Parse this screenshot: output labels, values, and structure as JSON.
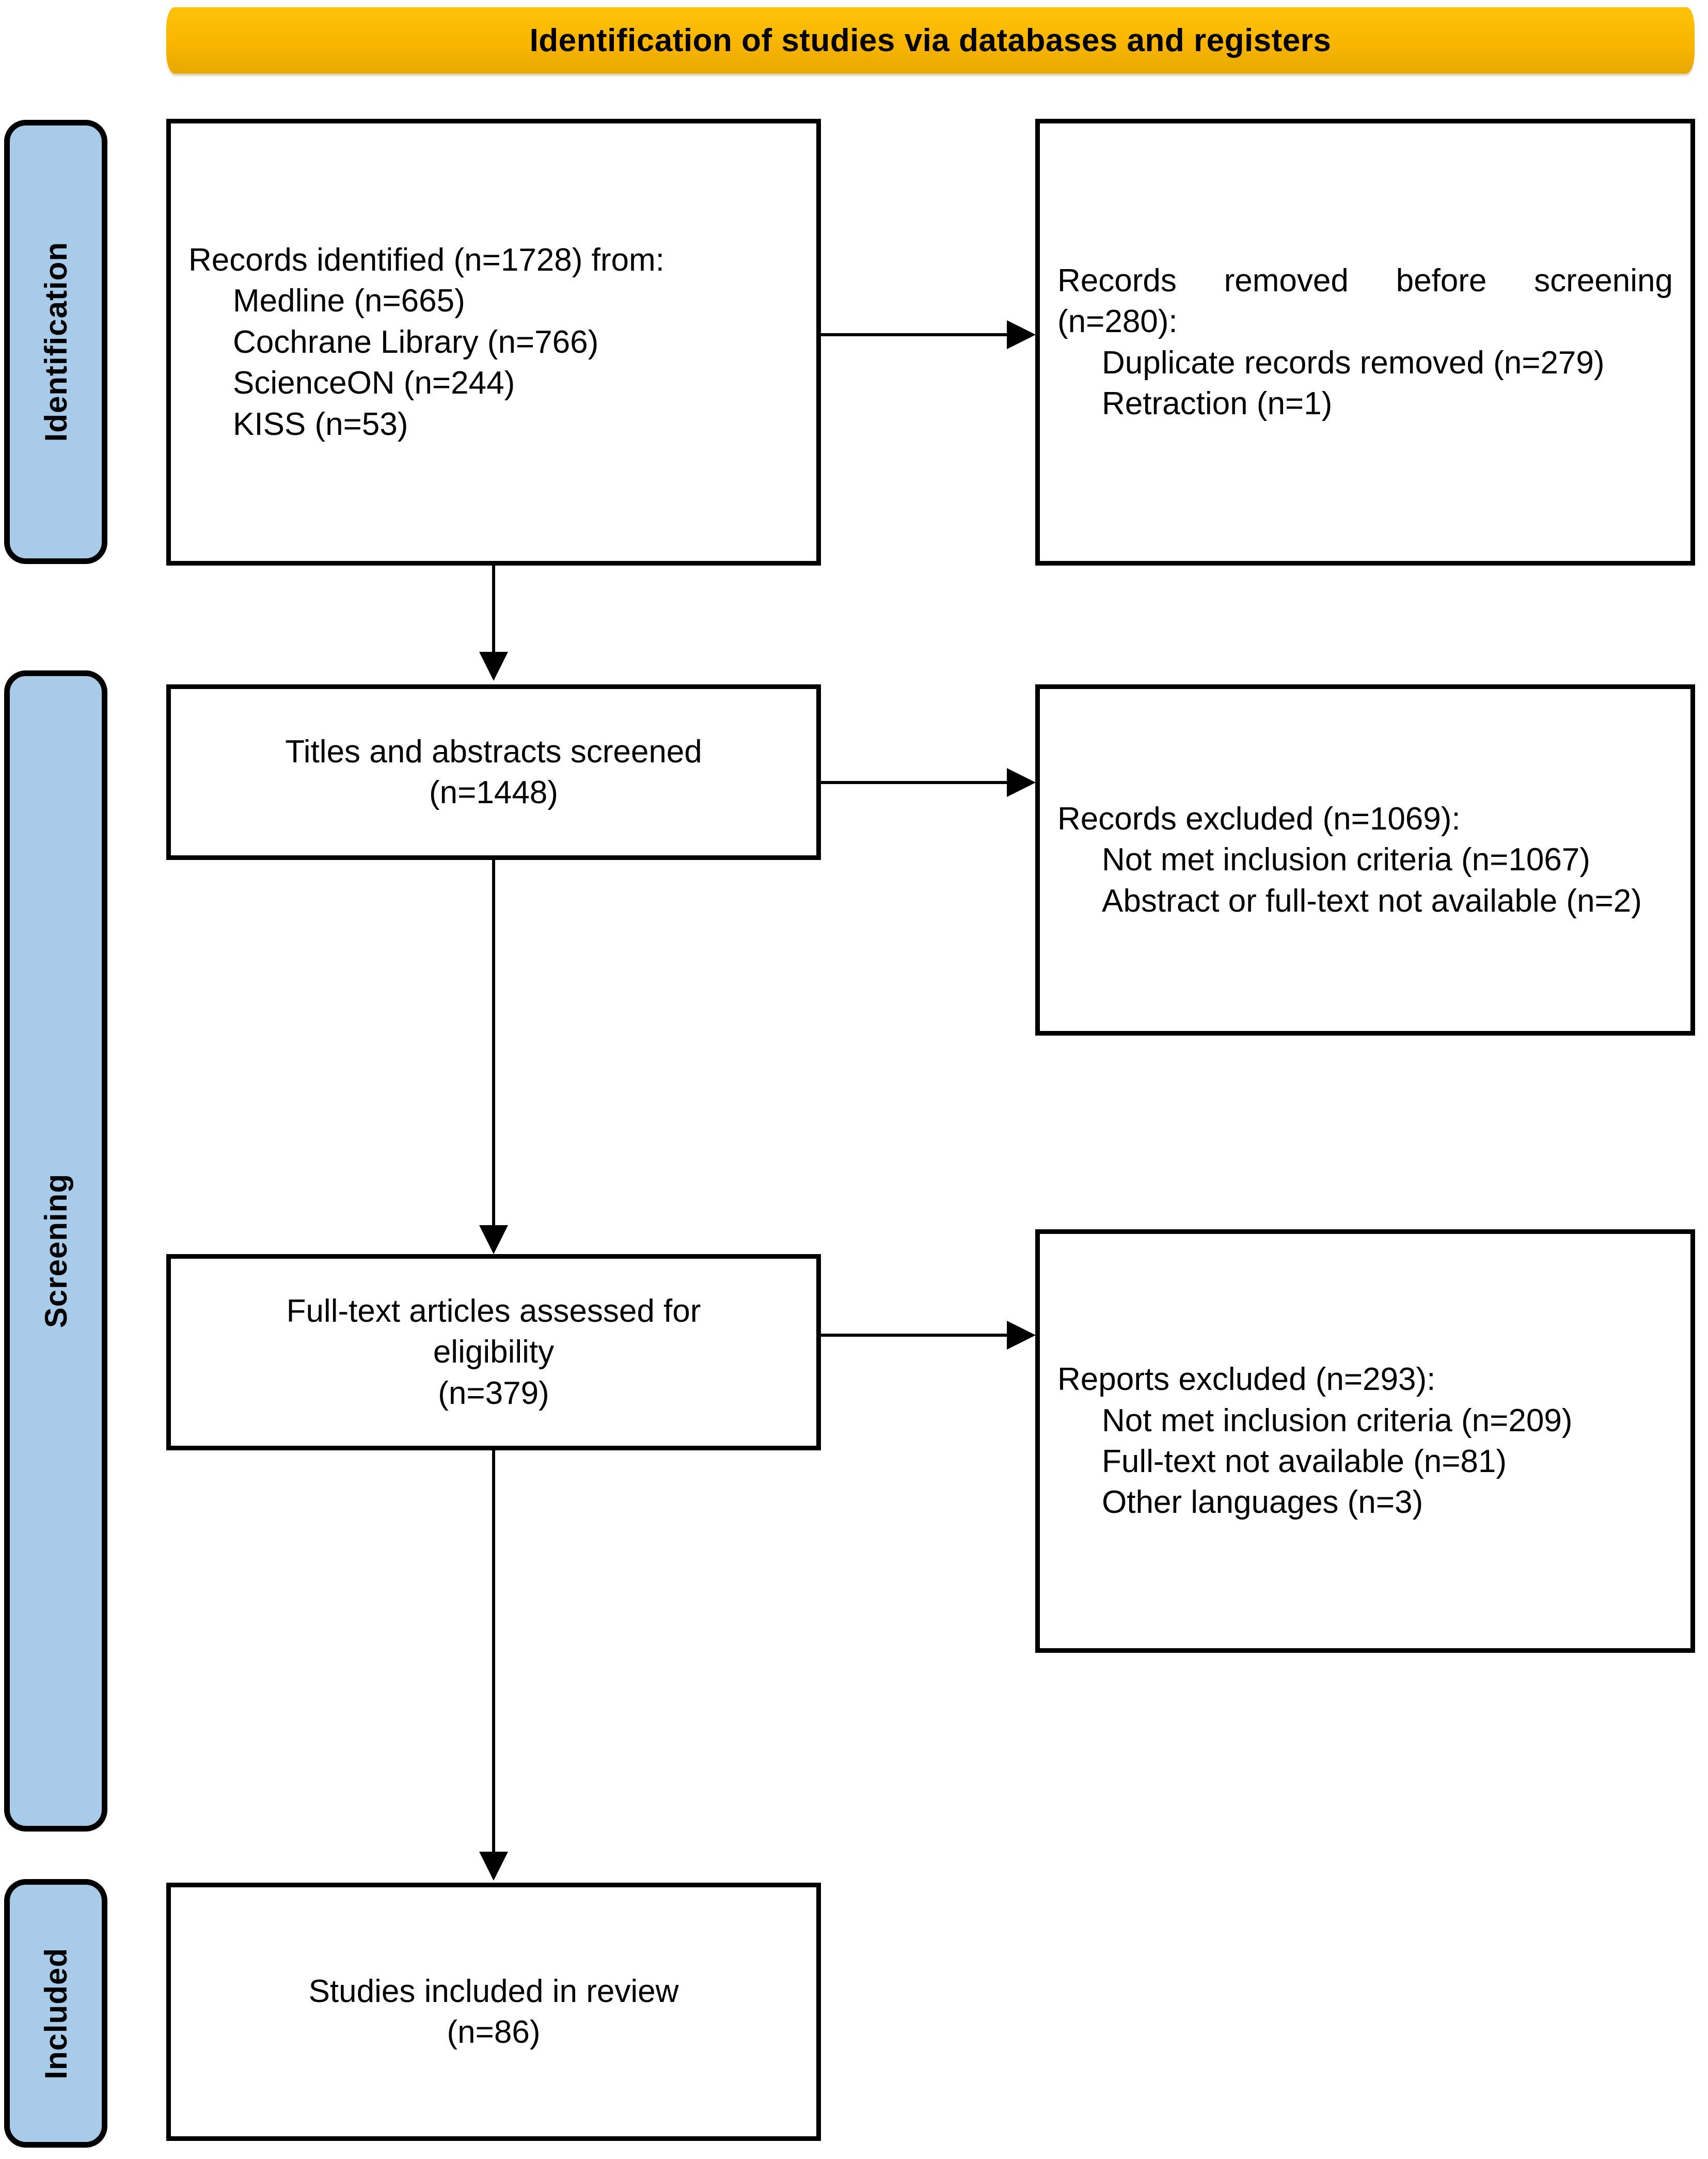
{
  "banner": {
    "title": "Identification of studies via databases and registers",
    "bg_color": "#F9B500"
  },
  "phases": {
    "identification": {
      "label": "Identification"
    },
    "screening": {
      "label": "Screening"
    },
    "included": {
      "label": "Included"
    },
    "fill_color": "#A8CBEA"
  },
  "boxes": {
    "records_identified": {
      "heading": "Records identified (n=1728) from:",
      "sources": [
        "Medline (n=665)",
        "Cochrane Library (n=766)",
        "ScienceON (n=244)",
        "KISS (n=53)"
      ]
    },
    "records_removed": {
      "heading": "Records removed before screening (n=280):",
      "items": [
        "Duplicate records removed (n=279)",
        "Retraction (n=1)"
      ]
    },
    "titles_screened": {
      "line1": "Titles and abstracts screened",
      "line2": "(n=1448)"
    },
    "records_excluded": {
      "heading": "Records excluded (n=1069):",
      "items": [
        "Not met inclusion criteria (n=1067)",
        "Abstract or full-text not available (n=2)"
      ]
    },
    "fulltext_assessed": {
      "line1": "Full-text articles assessed for",
      "line2": "eligibility",
      "line3": "(n=379)"
    },
    "reports_excluded": {
      "heading": "Reports excluded (n=293):",
      "items": [
        "Not met inclusion criteria (n=209)",
        "Full-text not available (n=81)",
        "Other languages (n=3)"
      ]
    },
    "studies_included": {
      "line1": "Studies included in review",
      "line2": "(n=86)"
    }
  },
  "chart_data": {
    "type": "diagram",
    "title": "PRISMA flow diagram: Identification of studies via databases and registers",
    "nodes": [
      {
        "id": "records_identified",
        "phase": "Identification",
        "label": "Records identified from databases",
        "n": 1728,
        "breakdown": [
          {
            "source": "Medline",
            "n": 665
          },
          {
            "source": "Cochrane Library",
            "n": 766
          },
          {
            "source": "ScienceON",
            "n": 244
          },
          {
            "source": "KISS",
            "n": 53
          }
        ]
      },
      {
        "id": "records_removed",
        "phase": "Identification",
        "label": "Records removed before screening",
        "n": 280,
        "breakdown": [
          {
            "reason": "Duplicate records removed",
            "n": 279
          },
          {
            "reason": "Retraction",
            "n": 1
          }
        ]
      },
      {
        "id": "titles_screened",
        "phase": "Screening",
        "label": "Titles and abstracts screened",
        "n": 1448
      },
      {
        "id": "records_excluded",
        "phase": "Screening",
        "label": "Records excluded",
        "n": 1069,
        "breakdown": [
          {
            "reason": "Not met inclusion criteria",
            "n": 1067
          },
          {
            "reason": "Abstract or full-text not available",
            "n": 2
          }
        ]
      },
      {
        "id": "fulltext_assessed",
        "phase": "Screening",
        "label": "Full-text articles assessed for eligibility",
        "n": 379
      },
      {
        "id": "reports_excluded",
        "phase": "Screening",
        "label": "Reports excluded",
        "n": 293,
        "breakdown": [
          {
            "reason": "Not met inclusion criteria",
            "n": 209
          },
          {
            "reason": "Full-text not available",
            "n": 81
          },
          {
            "reason": "Other languages",
            "n": 3
          }
        ]
      },
      {
        "id": "studies_included",
        "phase": "Included",
        "label": "Studies included in review",
        "n": 86
      }
    ],
    "edges": [
      {
        "from": "records_identified",
        "to": "records_removed",
        "direction": "right"
      },
      {
        "from": "records_identified",
        "to": "titles_screened",
        "direction": "down"
      },
      {
        "from": "titles_screened",
        "to": "records_excluded",
        "direction": "right"
      },
      {
        "from": "titles_screened",
        "to": "fulltext_assessed",
        "direction": "down"
      },
      {
        "from": "fulltext_assessed",
        "to": "reports_excluded",
        "direction": "right"
      },
      {
        "from": "fulltext_assessed",
        "to": "studies_included",
        "direction": "down"
      }
    ]
  }
}
